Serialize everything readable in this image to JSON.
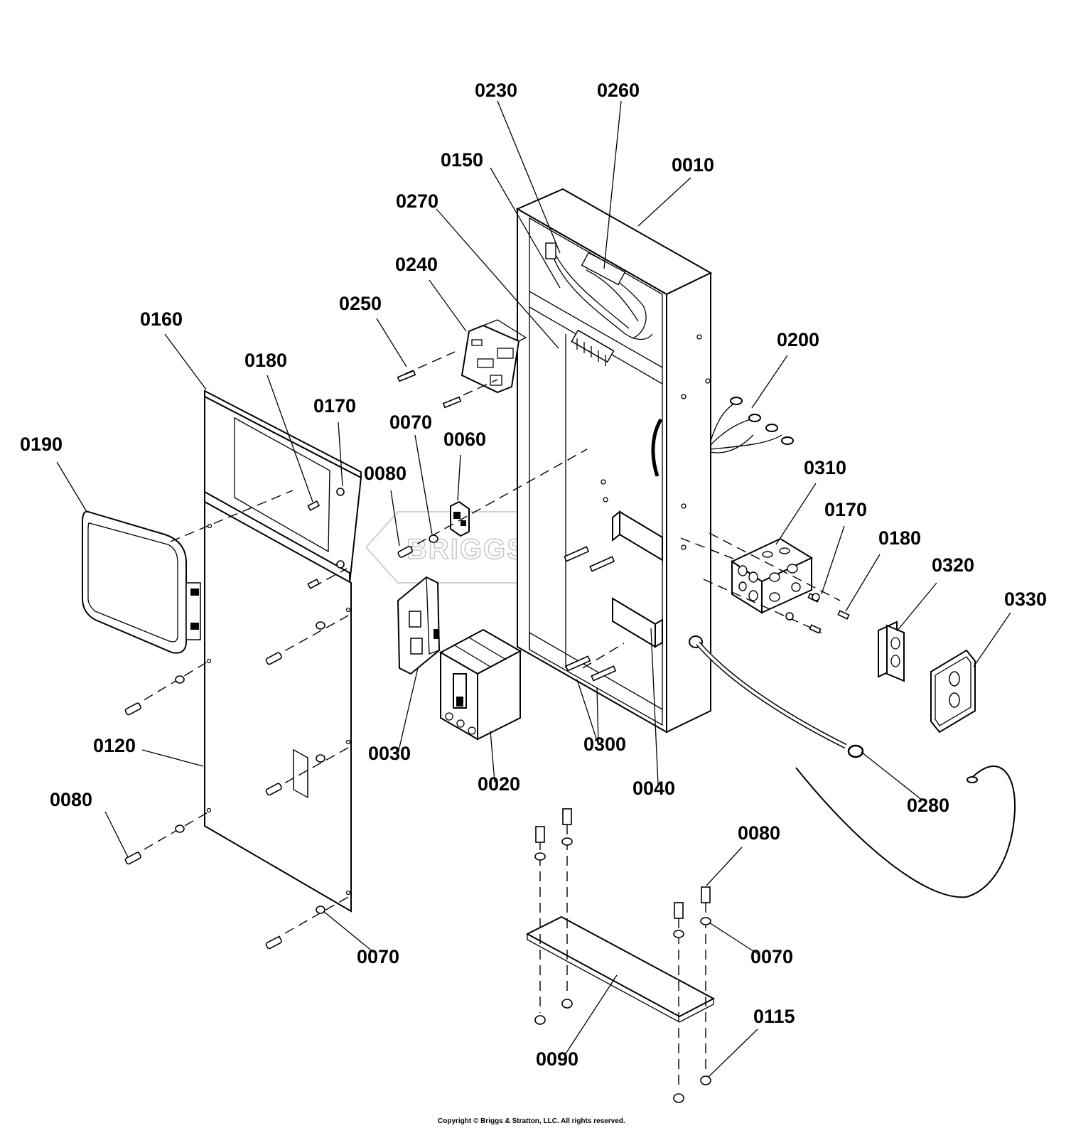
{
  "watermark": "BRIGGS&STRATTON",
  "copyright": "Copyright © Briggs & Stratton, LLC. All rights reserved.",
  "callouts": {
    "c0230": "0230",
    "c0260": "0260",
    "c0150": "0150",
    "c0010": "0010",
    "c0270": "0270",
    "c0240": "0240",
    "c0250": "0250",
    "c0160": "0160",
    "c0180a": "0180",
    "c0170a": "0170",
    "c0190": "0190",
    "c0070a": "0070",
    "c0060": "0060",
    "c0080a": "0080",
    "c0200": "0200",
    "c0310": "0310",
    "c0170b": "0170",
    "c0180b": "0180",
    "c0320": "0320",
    "c0330": "0330",
    "c0120": "0120",
    "c0030": "0030",
    "c0300": "0300",
    "c0020": "0020",
    "c0040": "0040",
    "c0080b": "0080",
    "c0280": "0280",
    "c0080c": "0080",
    "c0070b": "0070",
    "c0070c": "0070",
    "c0115": "0115",
    "c0090": "0090"
  }
}
